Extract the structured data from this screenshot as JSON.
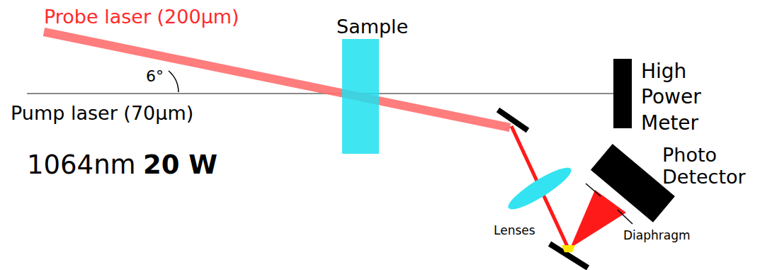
{
  "diagram": {
    "nodes": [
      {
        "text": [
          "Sample"
        ]
      },
      {
        "text": [
          "High Power Meter"
        ]
      },
      {
        "text": [
          "Photo Detector"
        ]
      }
    ],
    "edges": [
      {
        "from": 0,
        "to": 1,
        "arrow": "none"
      }
    ],
    "labels": [
      "Probe laser (200µm)",
      "6°",
      "Pump laser (70µm)",
      "1064nm",
      "20 W",
      "Lenses",
      "Diaphragm"
    ]
  }
}
